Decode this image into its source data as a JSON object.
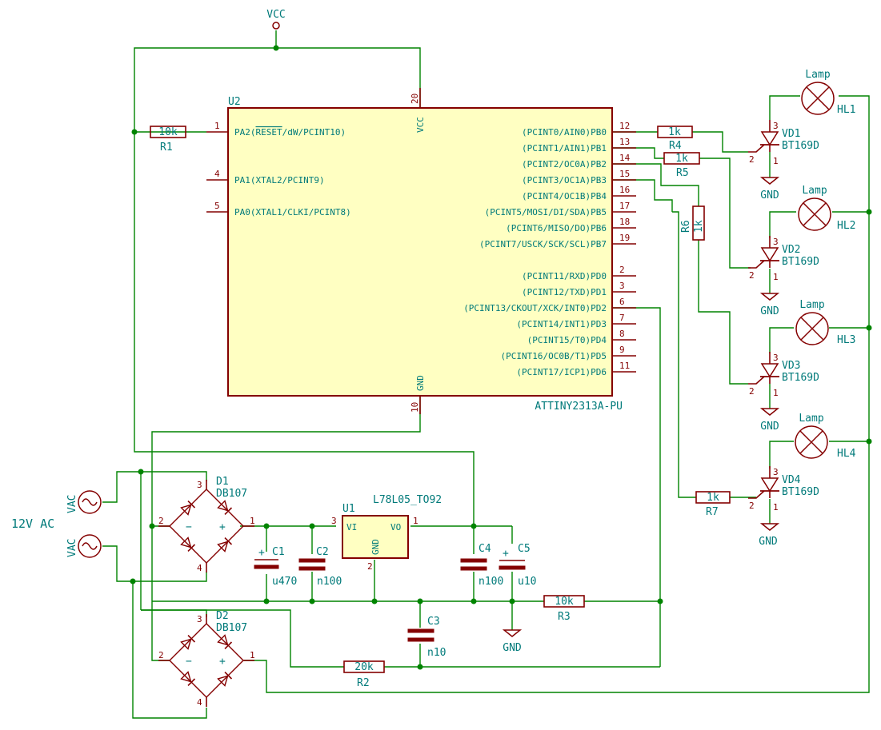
{
  "power": {
    "vcc": "VCC",
    "gnd": "GND"
  },
  "source": {
    "label": "12V AC",
    "vac": "VAC"
  },
  "u2": {
    "ref": "U2",
    "value": "ATTINY2313A-PU",
    "left_pins": [
      {
        "num": "1",
        "name_pre": "PA2(",
        "name_over": "RESET",
        "name_post": "/dW/PCINT10)"
      },
      {
        "num": "4",
        "name": "PA1(XTAL2/PCINT9)"
      },
      {
        "num": "5",
        "name": "PA0(XTAL1/CLKI/PCINT8)"
      }
    ],
    "right_pins": [
      {
        "num": "12",
        "name": "(PCINT0/AIN0)PB0"
      },
      {
        "num": "13",
        "name": "(PCINT1/AIN1)PB1"
      },
      {
        "num": "14",
        "name": "(PCINT2/OC0A)PB2"
      },
      {
        "num": "15",
        "name": "(PCINT3/OC1A)PB3"
      },
      {
        "num": "16",
        "name": "(PCINT4/OC1B)PB4"
      },
      {
        "num": "17",
        "name": "(PCINT5/MOSI/DI/SDA)PB5"
      },
      {
        "num": "18",
        "name": "(PCINT6/MISO/DO)PB6"
      },
      {
        "num": "19",
        "name": "(PCINT7/USCK/SCK/SCL)PB7"
      },
      {
        "num": "2",
        "name": "(PCINT11/RXD)PD0"
      },
      {
        "num": "3",
        "name": "(PCINT12/TXD)PD1"
      },
      {
        "num": "6",
        "name": "(PCINT13/CKOUT/XCK/INT0)PD2"
      },
      {
        "num": "7",
        "name": "(PCINT14/INT1)PD3"
      },
      {
        "num": "8",
        "name": "(PCINT15/T0)PD4"
      },
      {
        "num": "9",
        "name": "(PCINT16/OC0B/T1)PD5"
      },
      {
        "num": "11",
        "name": "(PCINT17/ICP1)PD6"
      }
    ],
    "vcc_pin": {
      "num": "20",
      "name": "VCC"
    },
    "gnd_pin": {
      "num": "10",
      "name": "GND"
    }
  },
  "resistors": {
    "r1": {
      "ref": "R1",
      "value": "10k"
    },
    "r2": {
      "ref": "R2",
      "value": "20k"
    },
    "r3": {
      "ref": "R3",
      "value": "10k"
    },
    "r4": {
      "ref": "R4",
      "value": "1k"
    },
    "r5": {
      "ref": "R5",
      "value": "1k"
    },
    "r6": {
      "ref": "R6",
      "value": "1k"
    },
    "r7": {
      "ref": "R7",
      "value": "1k"
    }
  },
  "capacitors": {
    "c1": {
      "ref": "C1",
      "value": "u470"
    },
    "c2": {
      "ref": "C2",
      "value": "n100"
    },
    "c3": {
      "ref": "C3",
      "value": "n10"
    },
    "c4": {
      "ref": "C4",
      "value": "n100"
    },
    "c5": {
      "ref": "C5",
      "value": "u10"
    }
  },
  "bridges": {
    "d1": {
      "ref": "D1",
      "value": "DB107",
      "pins": [
        "3",
        "2",
        "1",
        "4"
      ]
    },
    "d2": {
      "ref": "D2",
      "value": "DB107",
      "pins": [
        "3",
        "2",
        "1",
        "4"
      ]
    }
  },
  "regulator": {
    "ref": "U1",
    "value": "L78L05_TO92",
    "vi": "VI",
    "vo": "VO",
    "gnd": "GND",
    "pin1": "3",
    "pin2": "1",
    "pin3": "2"
  },
  "triacs": [
    {
      "ref": "VD1",
      "value": "BT169D"
    },
    {
      "ref": "VD2",
      "value": "BT169D"
    },
    {
      "ref": "VD3",
      "value": "BT169D"
    },
    {
      "ref": "VD4",
      "value": "BT169D"
    }
  ],
  "triac_pins": {
    "a": "3",
    "k": "1",
    "g": "2"
  },
  "lamps": [
    {
      "ref": "HL1",
      "value": "Lamp"
    },
    {
      "ref": "HL2",
      "value": "Lamp"
    },
    {
      "ref": "HL3",
      "value": "Lamp"
    },
    {
      "ref": "HL4",
      "value": "Lamp"
    }
  ],
  "misc_pins": {
    "p1": "1",
    "p2": "2",
    "p3": "3",
    "p4": "4",
    "plus": "+",
    "minus": "−"
  }
}
